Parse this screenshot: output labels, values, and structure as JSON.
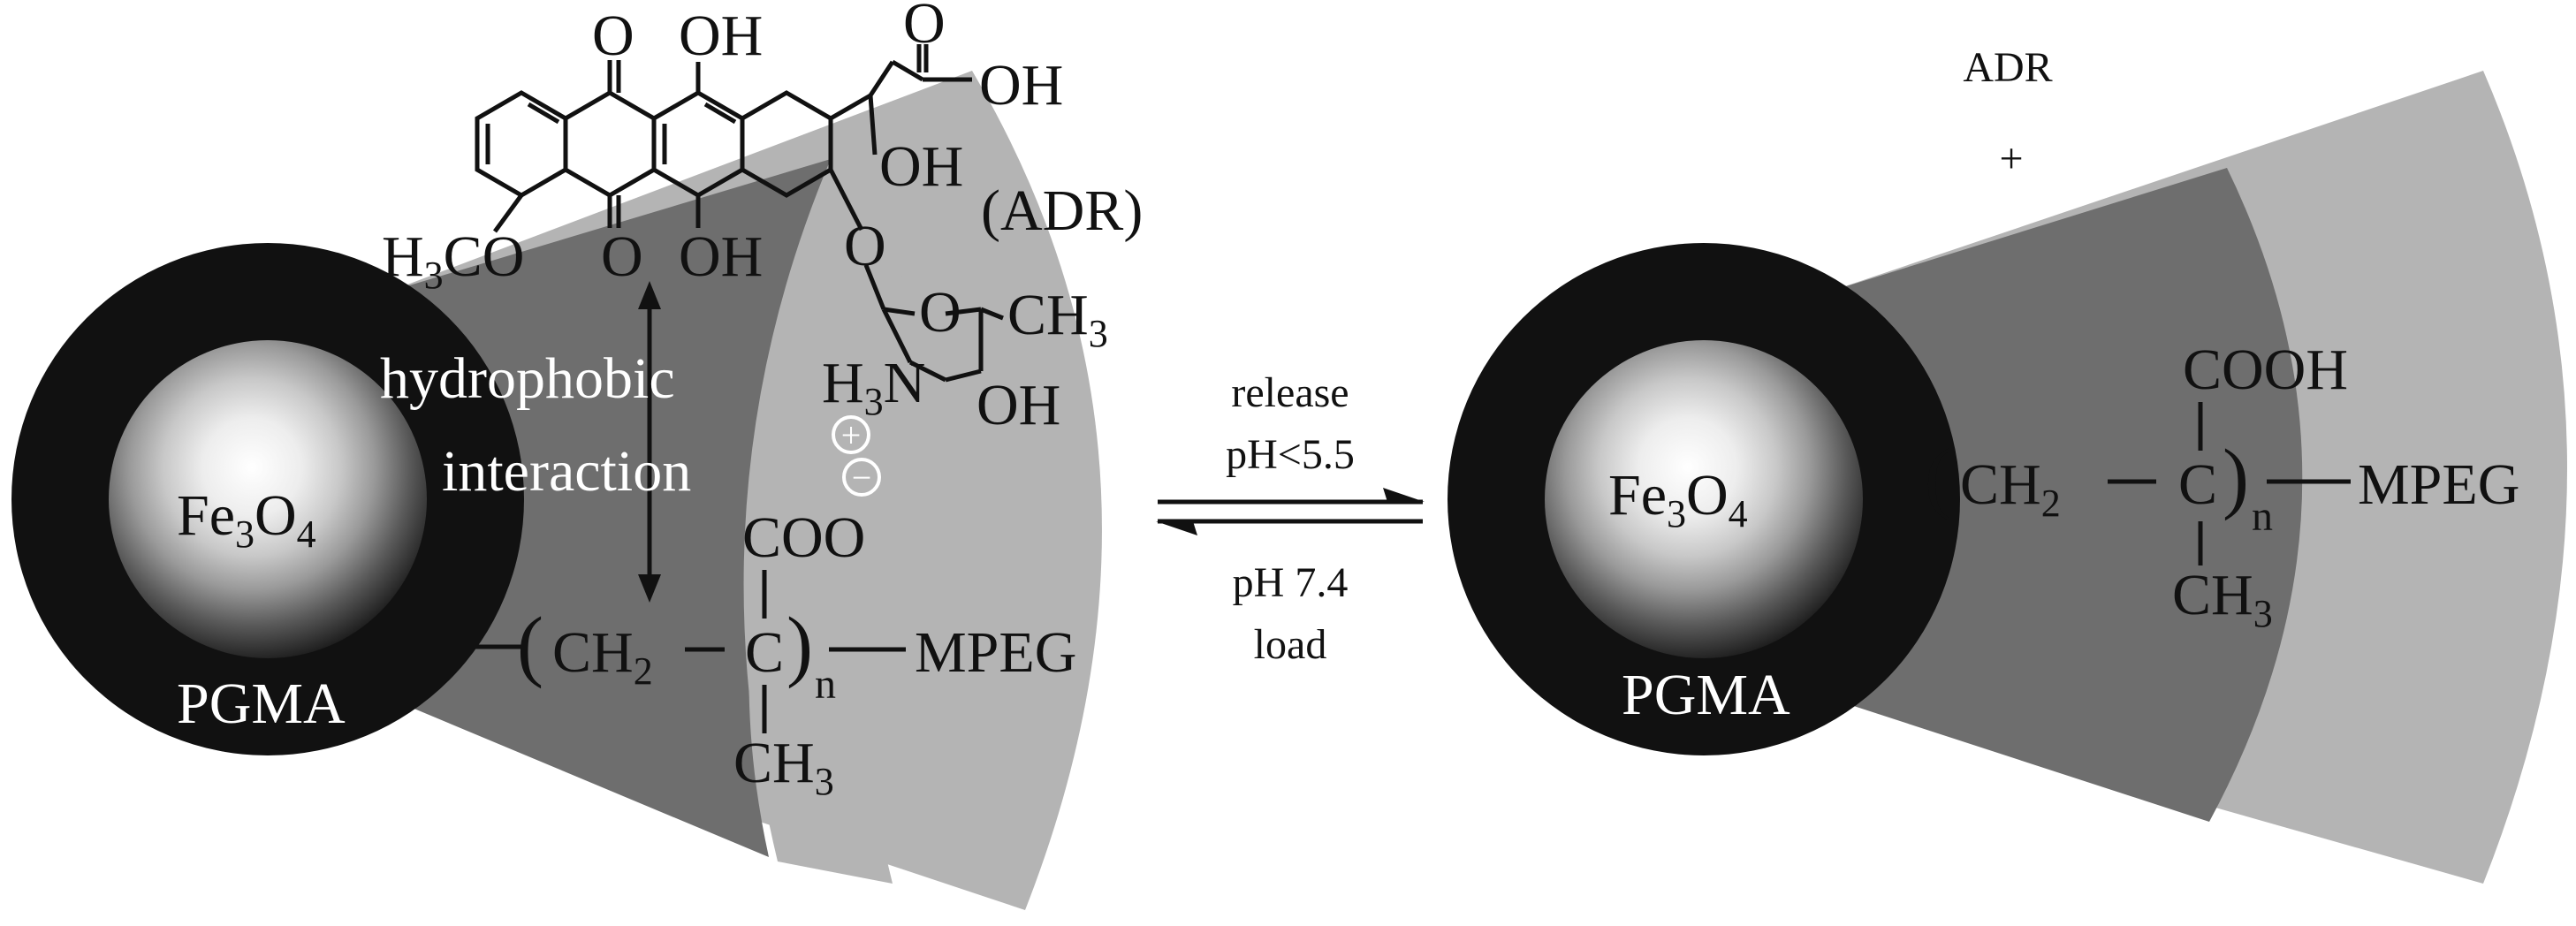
{
  "left_panel": {
    "core_label": "Fe",
    "core_sub1": "3",
    "core_o": "O",
    "core_sub2": "4",
    "shell_label": "PGMA",
    "drug_abbrev": "(ADR)",
    "oxo1": "O",
    "oh1": "OH",
    "oxo2": "O",
    "oh2": "OH",
    "oh3": "OH",
    "methoxy": "H",
    "methoxy_sub": "3",
    "methoxy_tail": "CO",
    "oxo3": "O",
    "oh4": "OH",
    "ring_o": "O",
    "ring_o2": "O",
    "methyl": "CH",
    "methyl_sub": "3",
    "amine": "H",
    "amine_sub": "3",
    "amine_tail": "N",
    "oh5": "OH",
    "interaction_line1": "hydrophobic",
    "interaction_line2": "interaction",
    "plus_sign": "+",
    "minus_sign": "−",
    "carboxylate": "COO",
    "backbone_ch2": "CH",
    "backbone_ch2_sub": "2",
    "backbone_c": "C",
    "backbone_n": "n",
    "backbone_mpeg": "MPEG",
    "backbone_ch3": "CH",
    "backbone_ch3_sub": "3"
  },
  "middle": {
    "top_line1": "release",
    "top_line2": "pH<5.5",
    "bottom_line1": "pH 7.4",
    "bottom_line2": "load"
  },
  "right_panel": {
    "released_drug": "ADR",
    "plus": "+",
    "core_label": "Fe",
    "core_sub1": "3",
    "core_o": "O",
    "core_sub2": "4",
    "shell_label": "PGMA",
    "carboxylic": "COOH",
    "backbone_ch2": "CH",
    "backbone_ch2_sub": "2",
    "backbone_c": "C",
    "backbone_n": "n",
    "backbone_mpeg": "MPEG",
    "backbone_ch3": "CH",
    "backbone_ch3_sub": "3"
  },
  "colors": {
    "shell_dark": "#111111",
    "layer_mid": "#6e6e6e",
    "layer_light": "#b4b4b4",
    "core_highlight": "#f2f2f2"
  }
}
